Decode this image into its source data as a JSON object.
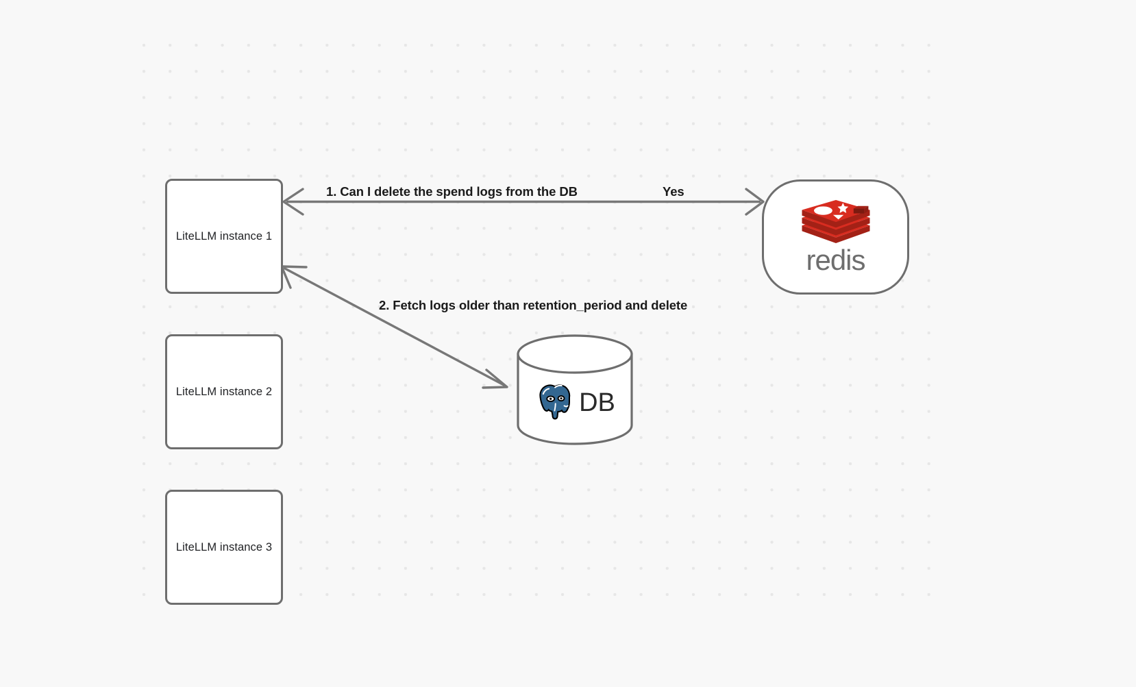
{
  "diagram": {
    "title": "LiteLLM spend log deletion flow",
    "background_color": "#f8f8f8",
    "grid_dot_color": "#e7e7e7",
    "node_border_color": "#6e6e6e",
    "edge_color": "#777777"
  },
  "nodes": {
    "llm_instances": [
      {
        "id": "llm-1",
        "label": "LiteLLM instance 1"
      },
      {
        "id": "llm-2",
        "label": "LiteLLM instance 2"
      },
      {
        "id": "llm-3",
        "label": "LiteLLM instance 3"
      }
    ],
    "redis": {
      "id": "redis-node",
      "wordmark": "redis",
      "logo_name": "redis-logo-icon",
      "brand_color": "#d82c20",
      "wordmark_color": "#6e6e6e"
    },
    "database": {
      "id": "db-node",
      "label": "DB",
      "logo_name": "postgresql-elephant-icon",
      "brand_color": "#336791",
      "shape": "cylinder"
    }
  },
  "edges": [
    {
      "id": "edge-1",
      "from": "redis",
      "to": "llm-1",
      "label": "1.  Can I delete the spend logs from the DB",
      "response_label": "Yes",
      "arrowheads": "both"
    },
    {
      "id": "edge-2",
      "from": "db",
      "to": "llm-1",
      "label": "2.  Fetch logs older than retention_period and delete",
      "arrowheads": "both"
    }
  ]
}
